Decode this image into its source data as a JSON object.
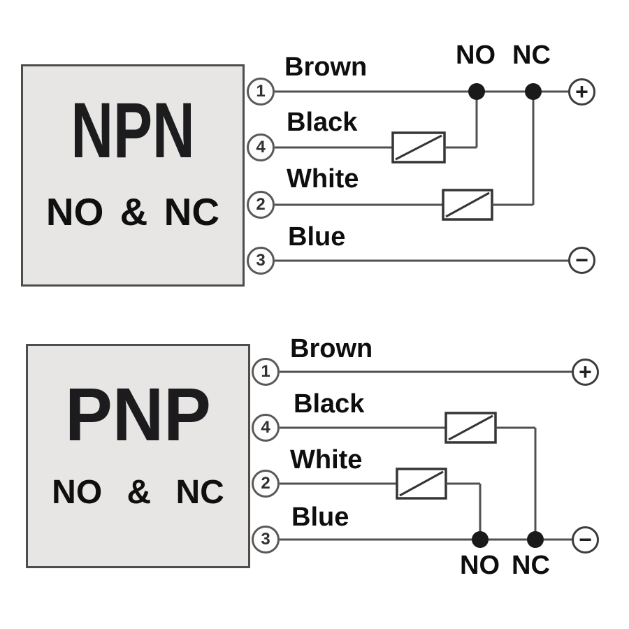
{
  "npn": {
    "title": "NPN",
    "subtitle": "NO & NC",
    "pins": [
      {
        "number": "1",
        "wire_color": "Brown"
      },
      {
        "number": "4",
        "wire_color": "Black"
      },
      {
        "number": "2",
        "wire_color": "White"
      },
      {
        "number": "3",
        "wire_color": "Blue"
      }
    ],
    "output_labels": {
      "no": "NO",
      "nc": "NC"
    },
    "terminals": {
      "positive": "+",
      "negative": "−"
    },
    "connections": [
      "Pin 1 Brown to + supply line; NO and NC junction dots sit on this line",
      "Pin 4 Black through load to NO junction",
      "Pin 2 White through load to NC junction",
      "Pin 3 Blue to − supply line"
    ]
  },
  "pnp": {
    "title": "PNP",
    "subtitle": "NO & NC",
    "pins": [
      {
        "number": "1",
        "wire_color": "Brown"
      },
      {
        "number": "4",
        "wire_color": "Black"
      },
      {
        "number": "2",
        "wire_color": "White"
      },
      {
        "number": "3",
        "wire_color": "Blue"
      }
    ],
    "output_labels": {
      "no": "NO",
      "nc": "NC"
    },
    "terminals": {
      "positive": "+",
      "negative": "−"
    },
    "connections": [
      "Pin 1 Brown to + supply line",
      "Pin 4 Black through load down to NC junction",
      "Pin 2 White through load down to NO junction",
      "Pin 3 Blue to − supply line; NO and NC junction dots sit on this line"
    ]
  },
  "colors": {
    "background": "#ffffff",
    "sensor_box_fill": "#e7e6e4",
    "sensor_box_border": "#4d4d4d",
    "wire": "#505050",
    "text": "#111111"
  },
  "icons": {
    "load_symbol": "rectangle with diagonal slash",
    "positive_terminal_icon": "circled plus",
    "negative_terminal_icon": "circled minus",
    "junction_dot": "filled black dot"
  }
}
